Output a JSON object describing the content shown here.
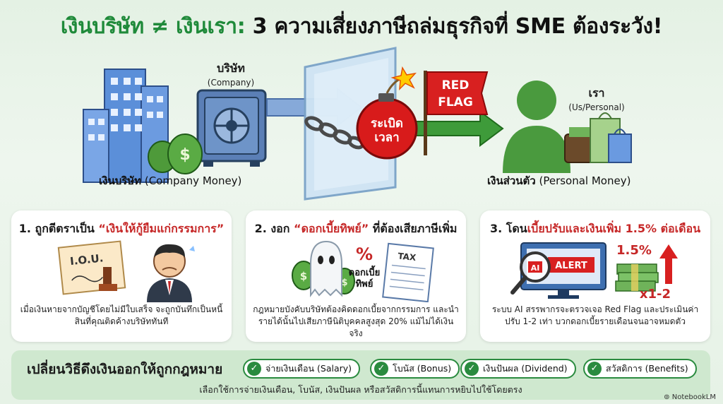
{
  "title": {
    "part1": "เงินบริษัท ≠ เงินเรา:",
    "part2": "3 ความเสี่ยงภาษีถล่มธุรกิจที่ SME ต้องระวัง!"
  },
  "hero": {
    "company_th": "บริษัท",
    "company_en": "(Company)",
    "company_money_th": "เงินบริษัท",
    "company_money_en": "(Company Money)",
    "us_th": "เรา",
    "us_en": "(Us/Personal)",
    "personal_money_th": "เงินส่วนตัว",
    "personal_money_en": "(Personal Money)",
    "bomb_line1": "ระเบิด",
    "bomb_line2": "เวลา",
    "flag_line1": "RED",
    "flag_line2": "FLAG",
    "money_symbol": "$"
  },
  "cards": [
    {
      "title_prefix": "1. ถูกตีตราเป็น ",
      "title_highlight": "“เงินให้กู้ยืมแก่กรรมการ”",
      "title_suffix": "",
      "iou": "I.O.U.",
      "desc": "เมื่อเงินหายจากบัญชีโดยไม่มีใบเสร็จ จะถูกบันทึกเป็นหนี้สินที่คุณติดค้างบริษัททันที"
    },
    {
      "title_prefix": "2. งอก ",
      "title_highlight": "“ดอกเบี้ยทิพย์”",
      "title_suffix": " ที่ต้องเสียภาษีเพิ่ม",
      "percent": "%",
      "ghost_label_1": "ดอกเบี้ย",
      "ghost_label_2": "ทิพย์",
      "tax": "TAX",
      "desc": "กฎหมายบังคับบริษัทต้องคิดดอกเบี้ยจากกรรมการ และนำรายได้นั้นไปเสียภาษีนิติบุคคลสูงสุด 20% แม้ไม่ได้เงินจริง"
    },
    {
      "title_prefix": "3. โดน",
      "title_highlight": "เบี้ยปรับและเงินเพิ่ม 1.5% ต่อเดือน",
      "title_suffix": "",
      "ai": "AI",
      "alert": "ALERT",
      "pct": "1.5%",
      "mult": "x1-2",
      "desc": "ระบบ AI สรรพากรจะตรวจเจอ Red Flag และประเมินค่าปรับ 1-2 เท่า บวกดอกเบี้ยรายเดือนจนอาจหมดตัว"
    }
  ],
  "bottom": {
    "title": "เปลี่ยนวิธีดึงเงินออกให้ถูกกฎหมาย",
    "pills": [
      "จ่ายเงินเดือน (Salary)",
      "โบนัส (Bonus)",
      "เงินปันผล (Dividend)",
      "สวัสดิการ (Benefits)"
    ],
    "check_icon": "✓",
    "subtitle": "เลือกใช้การจ่ายเงินเดือน, โบนัส, เงินปันผล หรือสวัสดิการนี้แทนการหยิบไปใช้โดยตรง"
  },
  "watermark": "NotebookLM",
  "colors": {
    "green": "#1f8a3a",
    "red": "#c62828",
    "blue": "#4a78c4"
  }
}
